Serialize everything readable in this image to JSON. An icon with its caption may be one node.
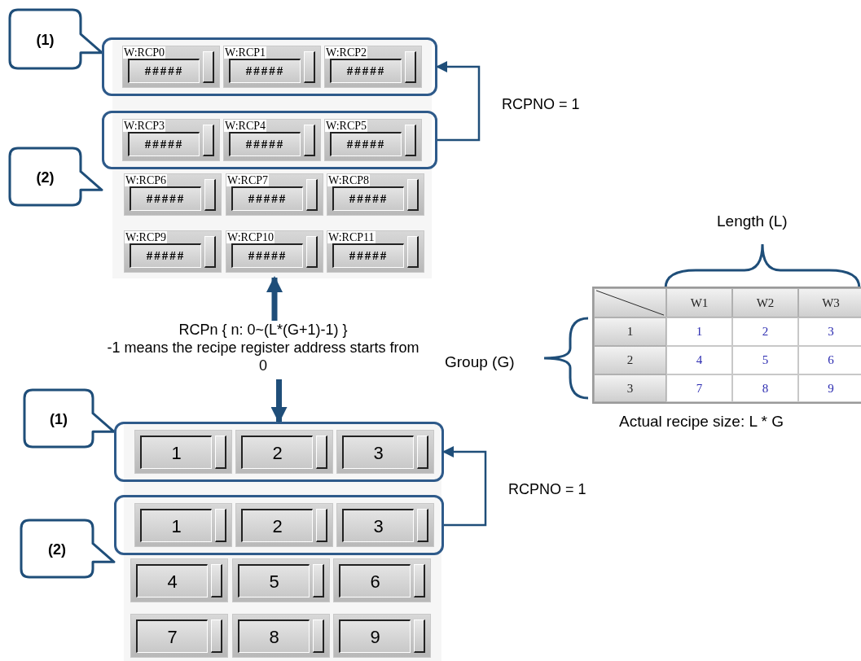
{
  "diagram": {
    "nodes": [
      {
        "text": [
          "(1)"
        ]
      },
      {
        "text": [],
        "shape": "box"
      },
      {
        "text": [
          "W:RCP0",
          "#####"
        ],
        "in": 1
      },
      {
        "text": [
          "W:RCP1",
          "#####"
        ],
        "in": 1
      },
      {
        "text": [
          "W:RCP2",
          "#####"
        ],
        "in": 1
      },
      {
        "text": [],
        "shape": "box"
      },
      {
        "text": [
          "W:RCP3",
          "#####"
        ],
        "in": 5
      },
      {
        "text": [
          "W:RCP4",
          "#####"
        ],
        "in": 5
      },
      {
        "text": [
          "W:RCP5",
          "#####"
        ],
        "in": 5
      },
      {
        "text": [
          "(2)"
        ]
      },
      {
        "text": [
          "W:RCP6",
          "#####"
        ]
      },
      {
        "text": [
          "W:RCP7",
          "#####"
        ]
      },
      {
        "text": [
          "W:RCP8",
          "#####"
        ]
      },
      {
        "text": [
          "W:RCP9",
          "#####"
        ]
      },
      {
        "text": [
          "W:RCP10",
          "#####"
        ]
      },
      {
        "text": [
          "W:RCP11",
          "#####"
        ]
      },
      {
        "text": [
          "RCPn { n: 0~(L*(G+1)-1) }",
          "-1 means the recipe register address starts from 0"
        ]
      },
      {
        "text": [
          "(1)"
        ]
      },
      {
        "text": [],
        "shape": "box"
      },
      {
        "text": [
          "1"
        ],
        "in": 18
      },
      {
        "text": [
          "2"
        ],
        "in": 18
      },
      {
        "text": [
          "3"
        ],
        "in": 18
      },
      {
        "text": [],
        "shape": "box"
      },
      {
        "text": [
          "1"
        ],
        "in": 22
      },
      {
        "text": [
          "2"
        ],
        "in": 22
      },
      {
        "text": [
          "3"
        ],
        "in": 22
      },
      {
        "text": [
          "(2)"
        ]
      },
      {
        "text": [
          "4"
        ]
      },
      {
        "text": [
          "5"
        ]
      },
      {
        "text": [
          "6"
        ]
      },
      {
        "text": [
          "7"
        ]
      },
      {
        "text": [
          "8"
        ]
      },
      {
        "text": [
          "9"
        ]
      }
    ],
    "edges": [
      {
        "from": 5,
        "to": 1,
        "arrow": "to",
        "label": "RCPNO = 1"
      },
      {
        "from": 16,
        "to": 14,
        "arrow": "to",
        "style": "thick"
      },
      {
        "from": 16,
        "to": 18,
        "arrow": "to",
        "style": "thick"
      },
      {
        "from": 22,
        "to": 18,
        "arrow": "to",
        "label": "RCPNO = 1"
      }
    ],
    "labels": [
      "Length (L)",
      "Group (G)",
      "W1",
      "W2",
      "W3",
      "1",
      "1",
      "2",
      "3",
      "2",
      "4",
      "5",
      "6",
      "3",
      "7",
      "8",
      "9",
      "Actual recipe size: L * G"
    ]
  }
}
